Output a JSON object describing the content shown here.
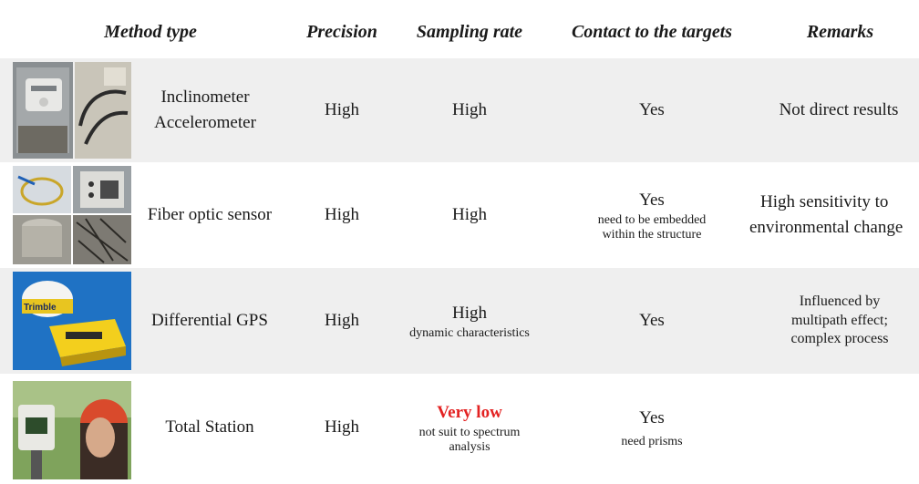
{
  "headers": {
    "method": "Method type",
    "precision": "Precision",
    "sampling": "Sampling rate",
    "contact": "Contact to the targets",
    "remarks": "Remarks"
  },
  "rows": [
    {
      "method_lines": [
        "Inclinometer",
        "Accelerometer"
      ],
      "precision": "High",
      "sampling": "High",
      "sampling_note": "",
      "contact": "Yes",
      "contact_note": "",
      "remarks_lines": [
        "Not direct results"
      ]
    },
    {
      "method_lines": [
        "Fiber optic sensor"
      ],
      "precision": "High",
      "sampling": "High",
      "sampling_note": "",
      "contact": "Yes",
      "contact_note": "need to be embedded within the structure",
      "remarks_lines": [
        "High sensitivity to",
        "environmental change"
      ]
    },
    {
      "method_lines": [
        "Differential GPS"
      ],
      "precision": "High",
      "sampling": "High",
      "sampling_note": "dynamic characteristics",
      "contact": "Yes",
      "contact_note": "",
      "remarks_lines": [
        "Influenced by",
        "multipath effect;",
        "complex process"
      ]
    },
    {
      "method_lines": [
        "Total Station"
      ],
      "precision": "High",
      "sampling": "Very low",
      "sampling_note": "not suit to spectrum analysis",
      "contact": "Yes",
      "contact_note": "need prisms",
      "remarks_lines": []
    }
  ],
  "photo_text": {
    "trimble": "Trimble"
  },
  "colors": {
    "alt_row": "#efefef",
    "highlight": "#e32222",
    "rule": "#222222"
  }
}
